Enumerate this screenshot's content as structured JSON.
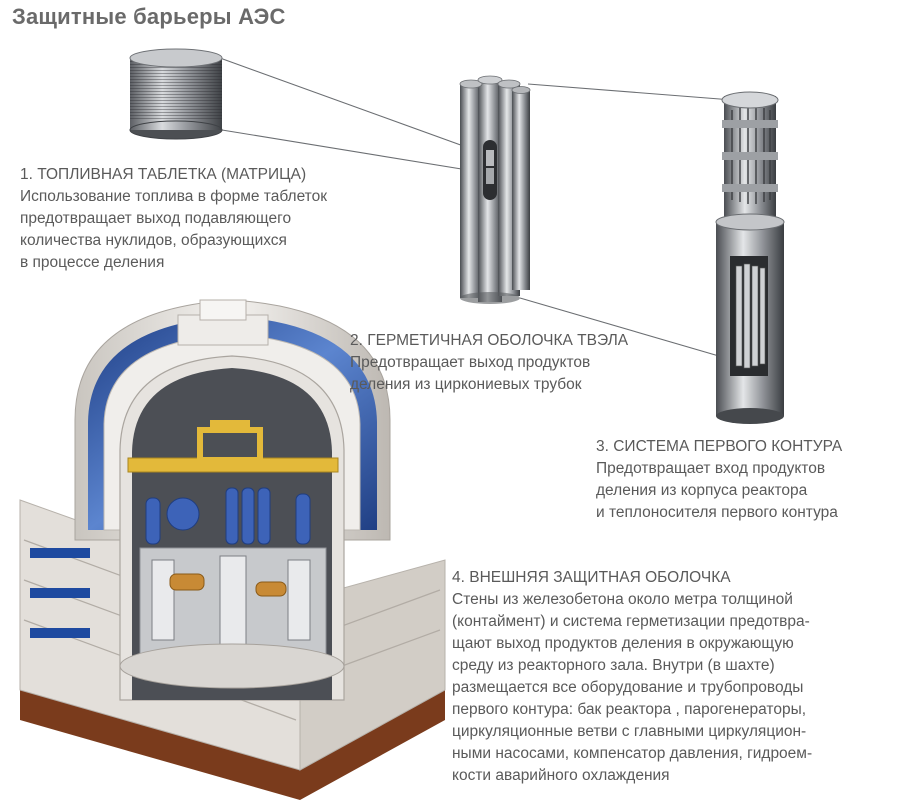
{
  "title": "Защитные барьеры АЭС",
  "barriers": [
    {
      "heading": "1. ТОПЛИВНАЯ ТАБЛЕТКА (МАТРИЦА)",
      "lines": [
        "Использование топлива в форме таблеток",
        "предотвращает выход подавляющего",
        "количества нуклидов, образующихся",
        "в процессе деления"
      ]
    },
    {
      "heading": "2. ГЕРМЕТИЧНАЯ ОБОЛОЧКА ТВЭЛА",
      "lines": [
        "Предотвращает выход продуктов",
        "деления из циркониевых трубок"
      ]
    },
    {
      "heading": "3. СИСТЕМА ПЕРВОГО КОНТУРА",
      "lines": [
        "Предотвращает вход продуктов",
        "деления из корпуса реактора",
        "и теплоносителя первого контура"
      ]
    },
    {
      "heading": "4. ВНЕШНЯЯ ЗАЩИТНАЯ ОБОЛОЧКА",
      "lines": [
        "Стены из железобетона около метра толщиной",
        "(контаймент) и система герметизации предотвра-",
        "щают выход продуктов деления в окружающую",
        "среду из реакторного зала. Внутри (в шахте)",
        "размещается все оборудование и трубопроводы",
        "первого контура: бак реактора , парогенераторы,",
        "циркуляционные ветви с главными циркуляцион-",
        "ными насосами, компенсатор давления, гидроем-",
        "кости аварийного охлаждения"
      ]
    }
  ],
  "colors": {
    "steel": "#8c8f94",
    "blue": "#2f5aa8",
    "crane": "#e3b93a",
    "concrete": "#e7e3de",
    "soil": "#7a3b1c"
  }
}
